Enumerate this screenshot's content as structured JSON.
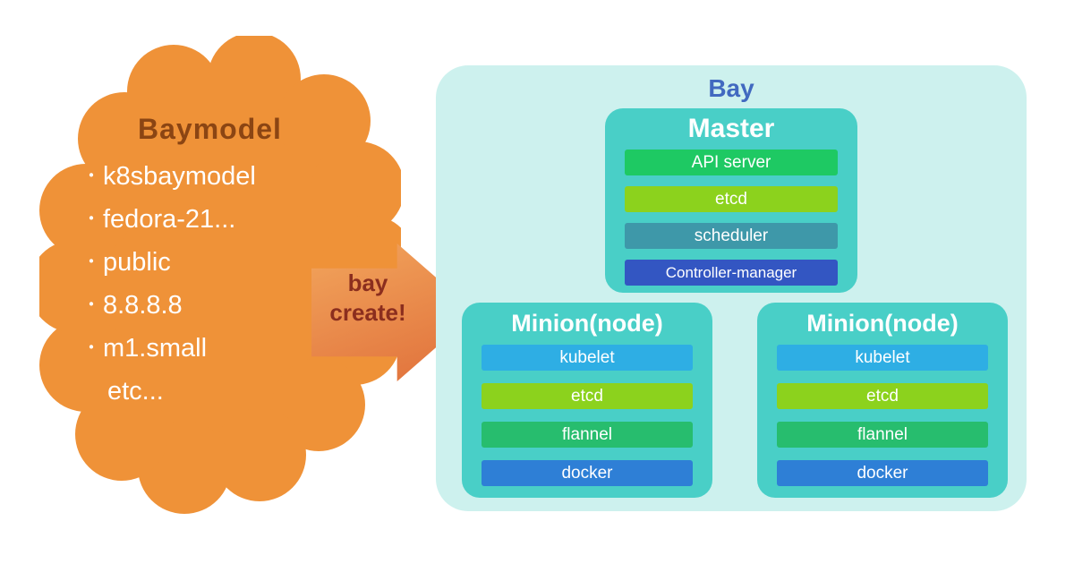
{
  "baymodel": {
    "title": "Baymodel",
    "bullet": "・",
    "items": [
      "k8sbaymodel",
      "fedora-21...",
      "public",
      "8.8.8.8",
      "m1.small"
    ],
    "etc_label": "etc..."
  },
  "arrow": {
    "line1": "bay",
    "line2": "create!"
  },
  "bay": {
    "title": "Bay",
    "master": {
      "title": "Master",
      "components": [
        {
          "label": "API server",
          "color": "#1EC963"
        },
        {
          "label": "etcd",
          "color": "#8CD21D"
        },
        {
          "label": "scheduler",
          "color": "#3E98A9"
        },
        {
          "label": "Controller-manager",
          "color": "#3356C2"
        }
      ]
    },
    "minions": [
      {
        "title": "Minion(node)",
        "components": [
          {
            "label": "kubelet",
            "color": "#2EAEE4"
          },
          {
            "label": "etcd",
            "color": "#8CD21D"
          },
          {
            "label": "flannel",
            "color": "#27BD6E"
          },
          {
            "label": "docker",
            "color": "#2E7FD6"
          }
        ]
      },
      {
        "title": "Minion(node)",
        "components": [
          {
            "label": "kubelet",
            "color": "#2EAEE4"
          },
          {
            "label": "etcd",
            "color": "#8CD21D"
          },
          {
            "label": "flannel",
            "color": "#27BD6E"
          },
          {
            "label": "docker",
            "color": "#2E7FD6"
          }
        ]
      }
    ]
  },
  "colors": {
    "cloud": "#EF9238",
    "cloud_title": "#8B4513",
    "cloud_text": "#FFFFFF",
    "arrow": "#E8834B",
    "arrow_label": "#8B2E1E",
    "bay_background": "#CDF1EE",
    "bay_title": "#4169C0",
    "panel_background": "#49CFC7",
    "bar_text": "#FFFFFF"
  }
}
